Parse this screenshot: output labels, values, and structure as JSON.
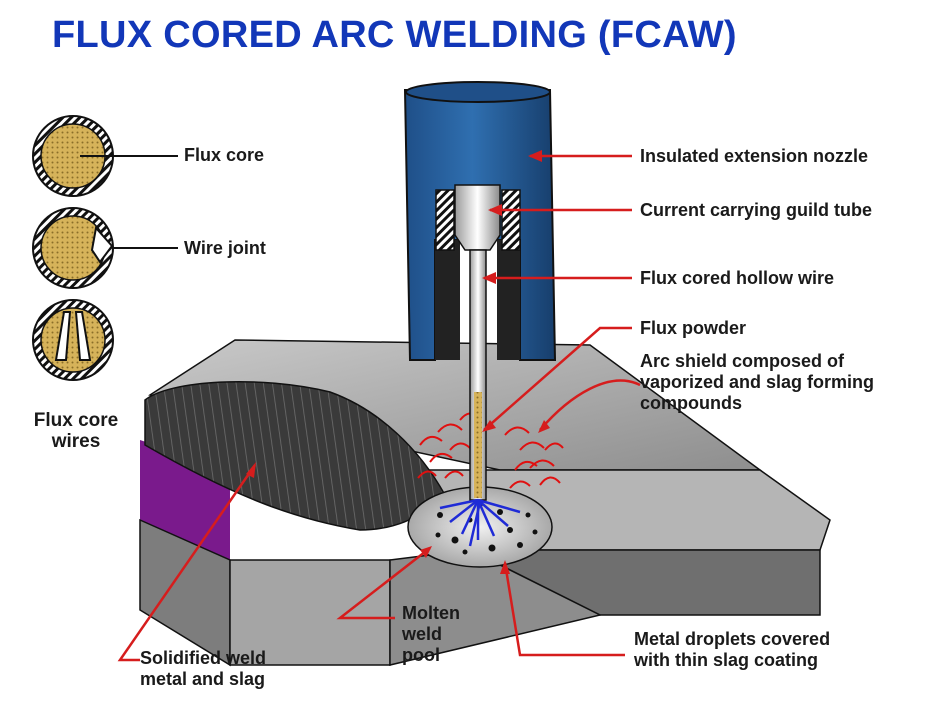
{
  "title": "FLUX CORED ARC WELDING (FCAW)",
  "colors": {
    "title": "#1237b8",
    "nozzle": "#2f6fb0",
    "flux": "#d6b35a",
    "arc_shield": "#e01010",
    "droplets": "#1f2bd6",
    "leader_red": "#d61d1d",
    "plate_gray": "#9a9a9a",
    "bead_dark": "#3a3a3a",
    "purple_zone": "#7a1a8c"
  },
  "wire_cross_sections": {
    "label_line1": "Flux core",
    "label_line2": "wires",
    "items": [
      {
        "label": "Flux core",
        "icon": "flux-core-cross-section-icon"
      },
      {
        "label": "Wire joint",
        "icon": "wire-joint-cross-section-icon"
      },
      {
        "label": "",
        "icon": "folded-wire-cross-section-icon"
      }
    ]
  },
  "callouts": {
    "nozzle": "Insulated extension nozzle",
    "guide_tube": "Current carrying guild tube",
    "hollow_wire": "Flux cored hollow wire",
    "flux_powder": "Flux powder",
    "arc_shield": {
      "line1": "Arc shield composed of",
      "line2": "vaporized and slag forming",
      "line3": "compounds"
    },
    "molten_pool": {
      "line1": "Molten",
      "line2": "weld",
      "line3": "pool"
    },
    "droplets": {
      "line1": "Metal droplets covered",
      "line2": "with thin slag coating"
    },
    "solidified": {
      "line1": "Solidified weld",
      "line2": "metal and slag"
    }
  }
}
